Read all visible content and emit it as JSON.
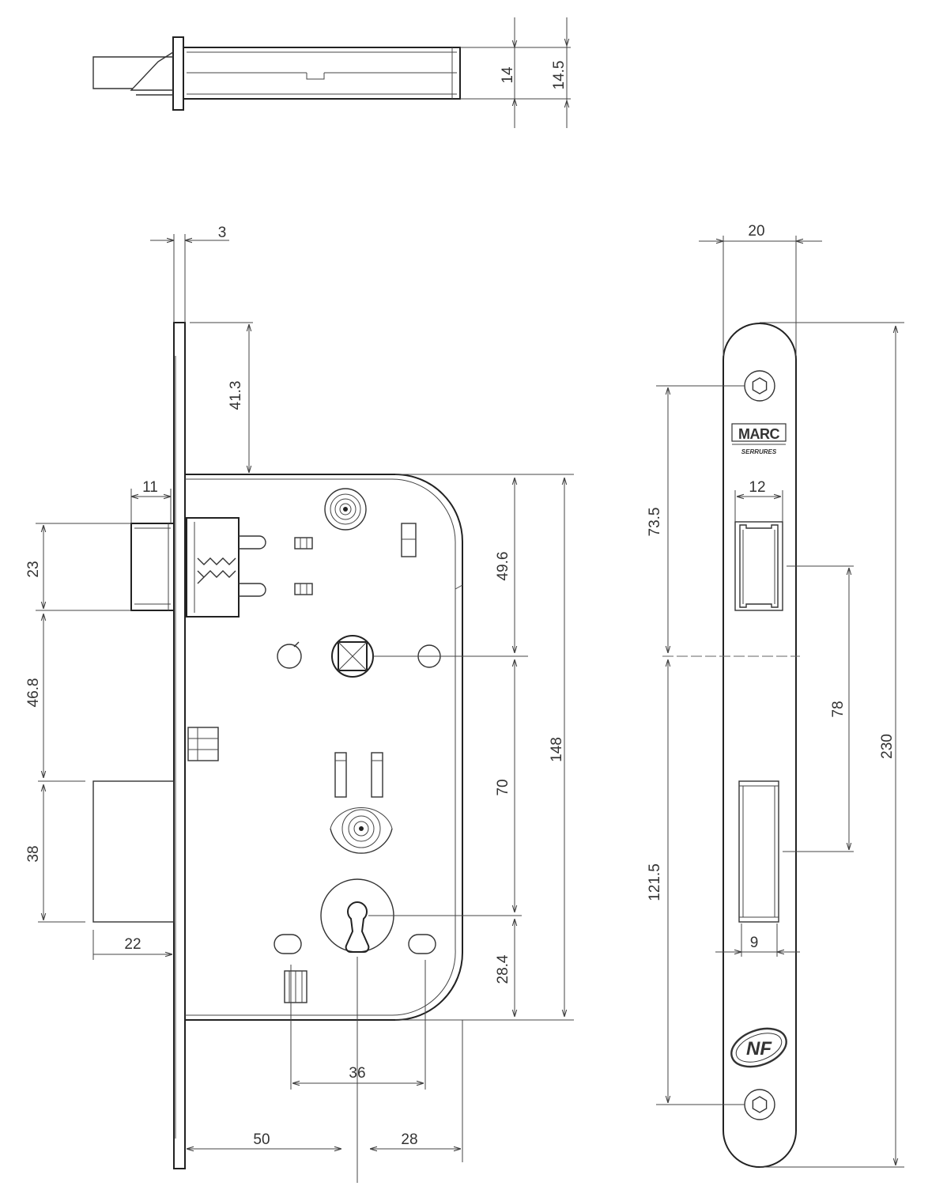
{
  "dimensions": {
    "bolt_thickness": "14",
    "bolt_thickness_outer": "14.5",
    "faceplate_thickness": "3",
    "faceplate_top_offset": "41.3",
    "latch_projection": "11",
    "latch_height": "23",
    "latch_to_bolt_gap": "46.8",
    "deadbolt_height": "38",
    "deadbolt_projection": "22",
    "case_top_to_spindle": "49.6",
    "spindle_to_cylinder": "70",
    "case_height": "148",
    "cylinder_to_case_bottom": "28.4",
    "screw_hole_spacing": "36",
    "backset": "50",
    "cylinder_to_case_back": "28",
    "faceplate_width": "20",
    "faceplate_screw_to_spindle": "73.5",
    "spindle_to_bottom_screw": "121.5",
    "latch_opening_width": "12",
    "latch_to_bolt_opening_distance": "78",
    "faceplate_height": "230",
    "bolt_opening_width": "9"
  },
  "logos": {
    "brand": "MARC",
    "brand_sub": "SERRURES",
    "certification": "NF"
  },
  "icons": [
    "hex-screw-icon",
    "spindle-square-icon",
    "keyhole-icon",
    "nf-logo-icon",
    "marc-logo-icon"
  ]
}
